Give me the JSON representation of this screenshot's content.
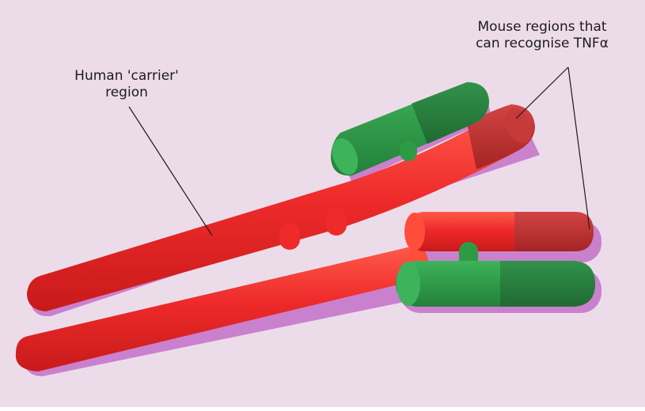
{
  "labels": {
    "human_carrier": [
      "Human 'carrier'",
      "region"
    ],
    "mouse_regions": [
      "Mouse regions that",
      "can recognise TNFα"
    ]
  },
  "colors": {
    "background": "#ecdcea",
    "human_red": "#ee2a2a",
    "mouse_red": "#b93232",
    "green": "#2f9a46",
    "dark_green": "#2a7a3a",
    "shadow": "#bf6cc4",
    "leader_line": "#1b1b1b"
  }
}
